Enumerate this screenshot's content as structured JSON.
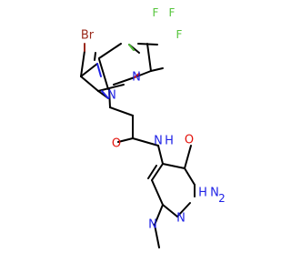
{
  "atoms": {
    "br": "Br",
    "f1": "F",
    "f2": "F",
    "f3": "F",
    "n_pz1_a": "N",
    "n_pz1_b": "N",
    "o": "O",
    "nh_n": "N",
    "nh_h": "H",
    "n_pz2_a": "N",
    "n_pz2_b": "N",
    "nh2_h": "H",
    "nh2_n": "N",
    "nh2_sub": "2",
    "o2": "O"
  },
  "colors": {
    "carbon_bond": "#000000",
    "nitrogen": "#1f22e6",
    "oxygen": "#e3120b",
    "bromine": "#9b2a1c",
    "fluorine": "#55c43b"
  }
}
